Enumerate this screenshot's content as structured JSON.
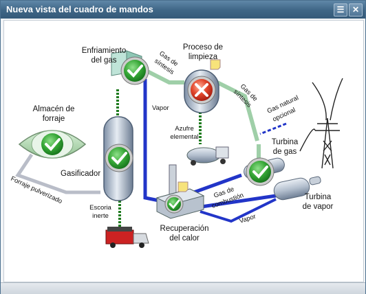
{
  "window": {
    "title": "Nueva vista del cuadro de mandos",
    "menu_icon": "list-icon",
    "close_icon": "close-icon"
  },
  "diagram": {
    "nodes": {
      "enfriamiento": {
        "line1": "Enfriamiento",
        "line2": "del gas",
        "status": "ok"
      },
      "limpieza": {
        "line1": "Proceso de",
        "line2": "limpieza",
        "status": "error"
      },
      "almacen": {
        "line1": "Almacén de",
        "line2": "forraje",
        "status": "ok"
      },
      "gasificador": {
        "label": "Gasificador",
        "status": "ok"
      },
      "turbina_gas": {
        "line1": "Turbina",
        "line2": "de gas",
        "status": "ok"
      },
      "recuperacion": {
        "line1": "Recuperación",
        "line2": "del calor",
        "status": "ok"
      },
      "turbina_vapor": {
        "line1": "Turbina",
        "line2": "de vapor"
      }
    },
    "labels": {
      "gas_sintesis_1": {
        "line1": "Gas de",
        "line2": "síntesis"
      },
      "gas_sintesis_2": {
        "line1": "Gas de",
        "line2": "síntesis"
      },
      "gas_natural": {
        "line1": "Gas natural",
        "line2": "opcional"
      },
      "vapor_1": "Vapor",
      "vapor_2": "Vapor",
      "azufre": {
        "line1": "Azufre",
        "line2": "elemental"
      },
      "escoria": {
        "line1": "Escoria",
        "line2": "inerte"
      },
      "forraje_pulverizado": "Forraje pulverizado",
      "gas_combustion": {
        "line1": "Gas de",
        "line2": "combustión"
      }
    },
    "colors": {
      "status_ok": "#2fa030",
      "status_error": "#d8301f",
      "steam_line": "#2235c8",
      "syngas_line": "#9fcfa8",
      "feed_line": "#b9bdc8",
      "slag_line": "#1e7a1e"
    }
  }
}
